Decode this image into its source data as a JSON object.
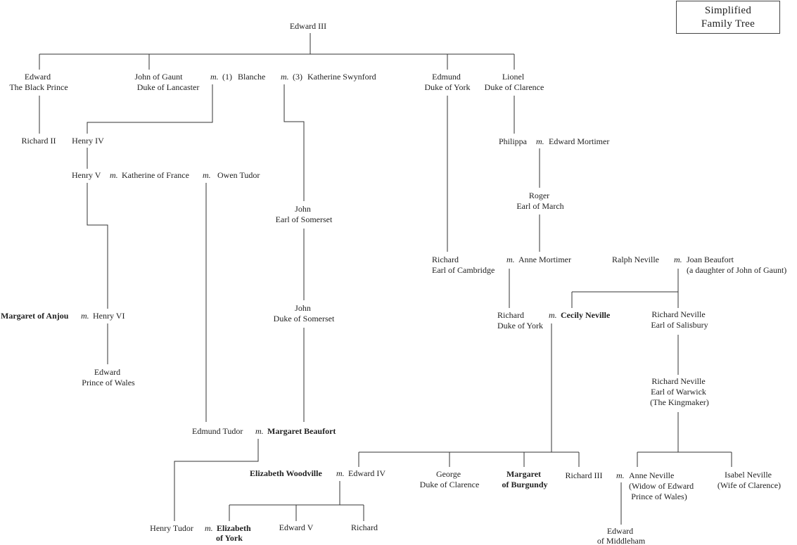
{
  "title": [
    "Simplified",
    "Family Tree"
  ],
  "marriage_marker": "m.",
  "marker_numbers": [
    "(1)",
    "(3)"
  ],
  "people": {
    "edward_iii": [
      "Edward III"
    ],
    "black_prince": [
      "Edward",
      "The Black Prince"
    ],
    "john_of_gaunt": [
      "John of Gaunt",
      "Duke of Lancaster"
    ],
    "blanche": [
      "Blanche"
    ],
    "katherine_swynford": [
      "Katherine Swynford"
    ],
    "edmund_york": [
      "Edmund",
      "Duke of York"
    ],
    "lionel": [
      "Lionel",
      "Duke of Clarence"
    ],
    "richard_ii": [
      "Richard II"
    ],
    "henry_iv": [
      "Henry IV"
    ],
    "philippa": [
      "Philippa"
    ],
    "edward_mortimer": [
      "Edward Mortimer"
    ],
    "henry_v": [
      "Henry V"
    ],
    "katherine_of_france": [
      "Katherine of France"
    ],
    "owen_tudor": [
      "Owen Tudor"
    ],
    "roger": [
      "Roger",
      "Earl of March"
    ],
    "john_earl_somerset": [
      "John",
      "Earl of Somerset"
    ],
    "richard_cambridge": [
      "Richard",
      "Earl of Cambridge"
    ],
    "anne_mortimer": [
      "Anne Mortimer"
    ],
    "ralph_neville": [
      "Ralph Neville"
    ],
    "joan_beaufort": [
      "Joan Beaufort",
      "(a daughter of John of Gaunt)"
    ],
    "john_duke_somerset": [
      "John",
      "Duke of Somerset"
    ],
    "richard_duke_york": [
      "Richard",
      "Duke of York"
    ],
    "cecily_neville": [
      "Cecily Neville"
    ],
    "richard_neville_salisbury": [
      "Richard Neville",
      "Earl of Salisbury"
    ],
    "margaret_anjou": [
      "Margaret of Anjou"
    ],
    "henry_vi": [
      "Henry VI"
    ],
    "edward_prince_wales": [
      "Edward",
      "Prince of Wales"
    ],
    "richard_neville_warwick": [
      "Richard Neville",
      "Earl of Warwick",
      "(The Kingmaker)"
    ],
    "edmund_tudor": [
      "Edmund Tudor"
    ],
    "margaret_beaufort": [
      "Margaret Beaufort"
    ],
    "elizabeth_woodville": [
      "Elizabeth Woodville"
    ],
    "edward_iv": [
      "Edward IV"
    ],
    "george_clarence": [
      "George",
      "Duke of Clarence"
    ],
    "margaret_burgundy": [
      "Margaret",
      "of Burgundy"
    ],
    "richard_iii": [
      "Richard III"
    ],
    "anne_neville": [
      "Anne Neville",
      "(Widow of Edward",
      "Prince of Wales)"
    ],
    "isabel_neville": [
      "Isabel Neville",
      "(Wife of Clarence)"
    ],
    "henry_tudor": [
      "Henry Tudor"
    ],
    "elizabeth_of_york": [
      "Elizabeth",
      "of York"
    ],
    "edward_v": [
      "Edward V"
    ],
    "richard_son": [
      "Richard"
    ],
    "edward_middleham": [
      "Edward",
      "of Middleham"
    ]
  }
}
